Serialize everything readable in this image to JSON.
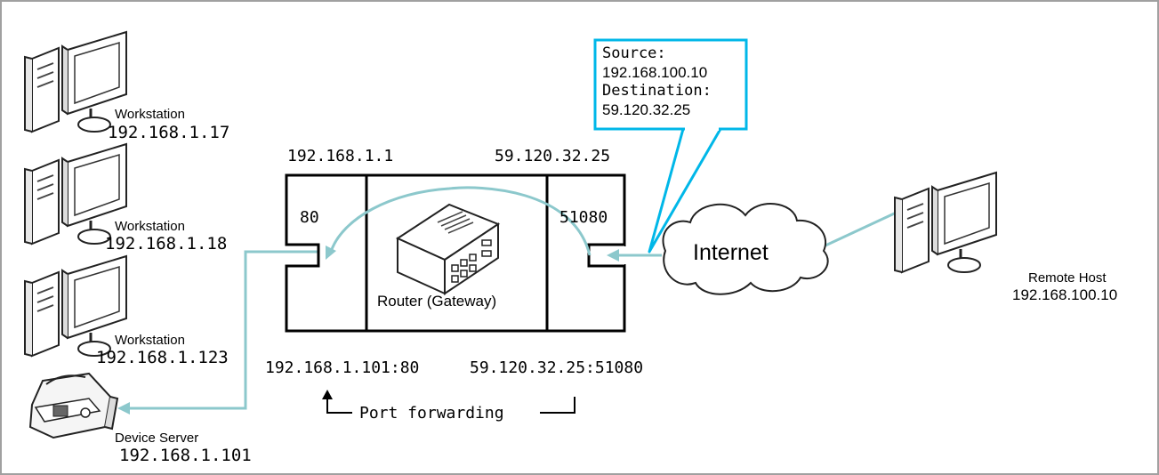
{
  "workstations": [
    {
      "label": "Workstation",
      "ip": "192.168.1.17"
    },
    {
      "label": "Workstation",
      "ip": "192.168.1.18"
    },
    {
      "label": "Workstation",
      "ip": "192.168.1.123"
    }
  ],
  "device_server": {
    "label": "Device Server",
    "ip": "192.168.1.101"
  },
  "router": {
    "label": "Router (Gateway)",
    "lan_ip": "192.168.1.1",
    "wan_ip": "59.120.32.25",
    "lan_port": "80",
    "wan_port": "51080",
    "lan_endpoint": "192.168.1.101:80",
    "wan_endpoint": "59.120.32.25:51080"
  },
  "port_forwarding_label": "Port forwarding",
  "internet_label": "Internet",
  "remote_host": {
    "label": "Remote Host",
    "ip": "192.168.100.10"
  },
  "packet_callout": {
    "source_label": "Source:",
    "source_ip": "192.168.100.10",
    "destination_label": "Destination:",
    "destination_ip": "59.120.32.25"
  },
  "colors": {
    "link": "#8cc8cc",
    "callout_border": "#00b7e8",
    "frame_border": "#a0a0a0"
  }
}
